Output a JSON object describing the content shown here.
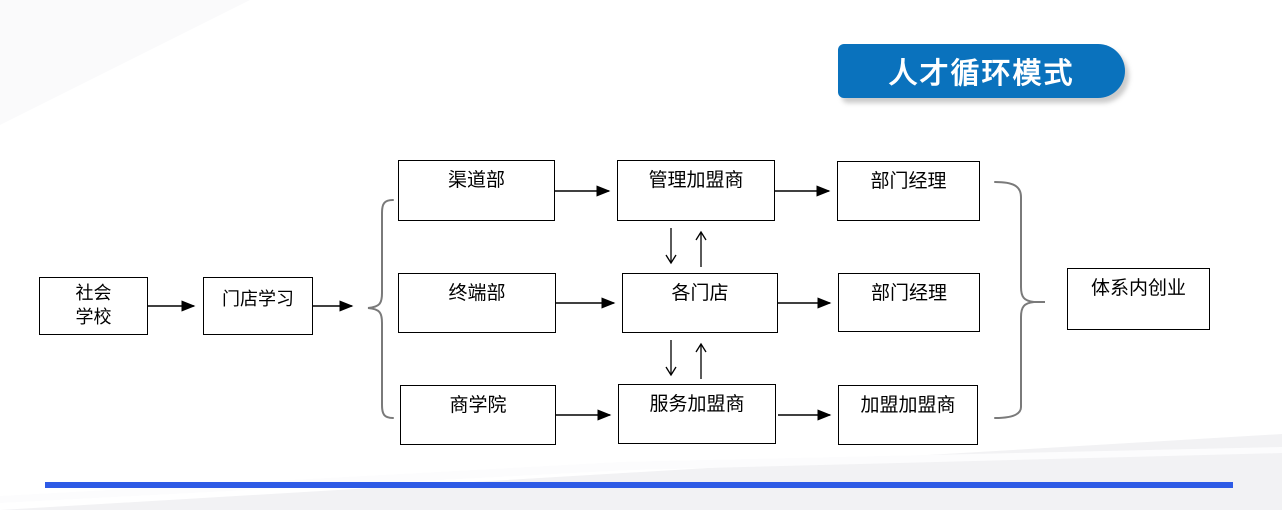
{
  "banner": {
    "title": "人才循环模式"
  },
  "nodes": {
    "social_school": {
      "line1": "社会",
      "line2": "学校"
    },
    "store_learning": "门店学习",
    "channel_dept": "渠道部",
    "managed_franchisee": "管理加盟商",
    "dept_manager_1": "部门经理",
    "terminal_dept": "终端部",
    "each_store": "各门店",
    "dept_manager_2": "部门经理",
    "business_school": "商学院",
    "service_franchisee": "服务加盟商",
    "franchise_franchisee": "加盟加盟商",
    "in_system_startup": "体系内创业"
  },
  "colors": {
    "banner_bg": "#0a72bd",
    "banner_text": "#ffffff",
    "bottom_line": "#2e5be6",
    "box_border": "#000000",
    "brace": "#7a7a7a",
    "connector": "#000000"
  }
}
